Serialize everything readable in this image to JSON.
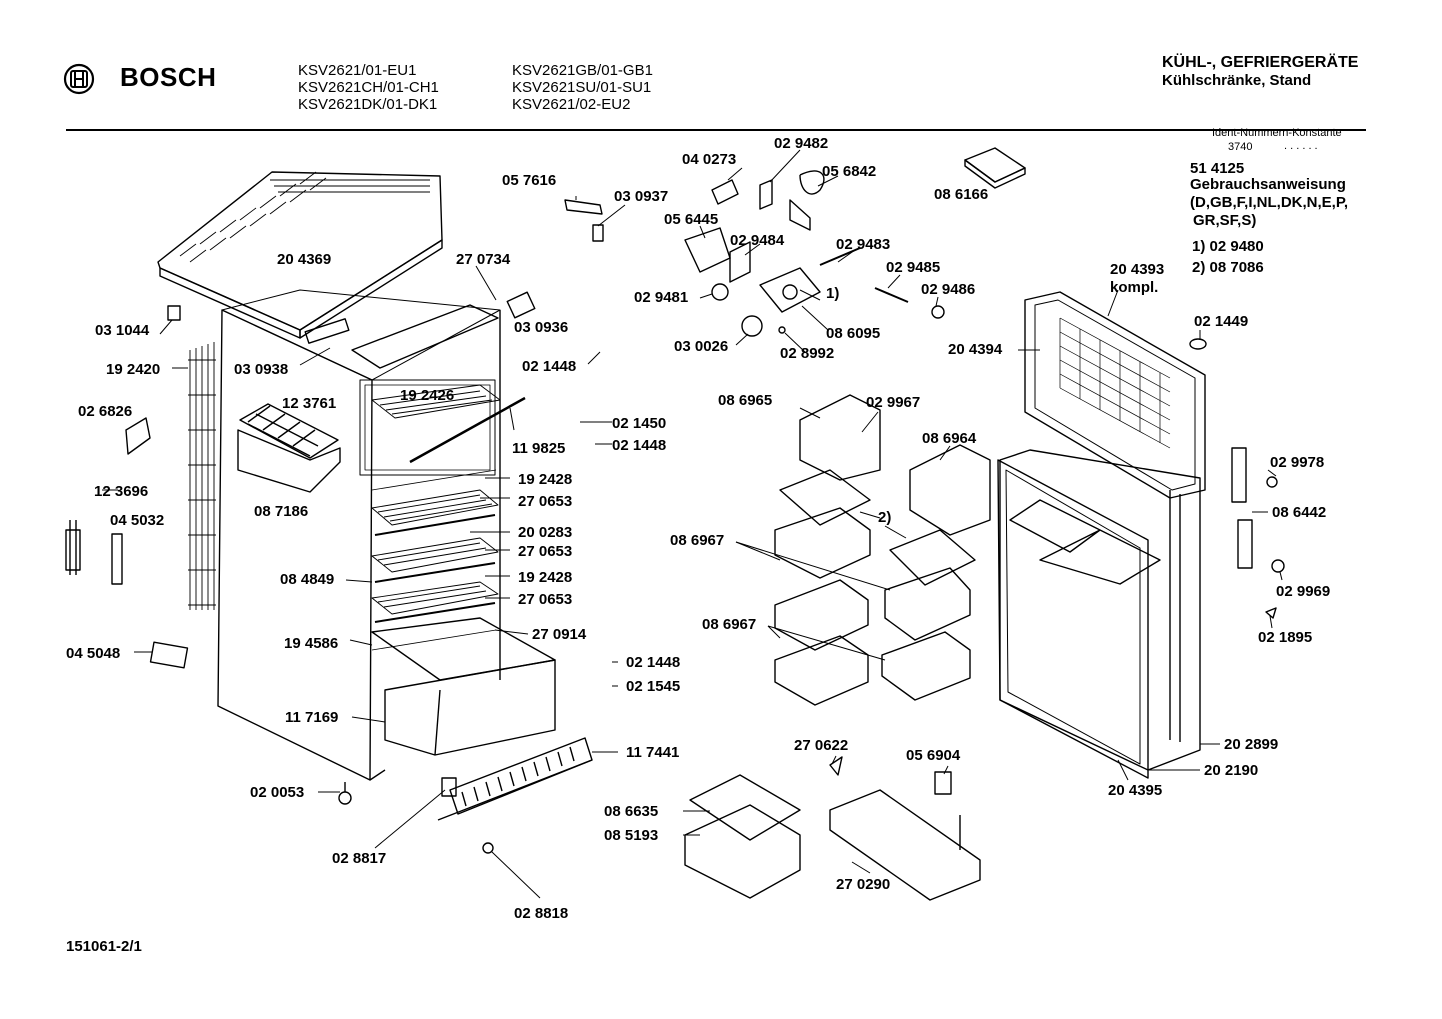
{
  "header": {
    "brand": "BOSCH",
    "models_col1": [
      "KSV2621/01-EU1",
      "KSV2621CH/01-CH1",
      "KSV2621DK/01-DK1"
    ],
    "models_col2": [
      "KSV2621GB/01-GB1",
      "KSV2621SU/01-SU1",
      "KSV2621/02-EU2"
    ],
    "category": [
      "KÜHL-, GEFRIERGERÄTE",
      "Kühlschränke, Stand"
    ]
  },
  "ident": {
    "title": "Ident-Nummern-Konstante",
    "value": "3740",
    "dots": ". .  . . . ."
  },
  "sidebar": {
    "manual_number": "51 4125",
    "manual_lines": [
      "Gebrauchsanweisung",
      "(D,GB,F,I,NL,DK,N,E,P,",
      "GR,SF,S)"
    ],
    "notes": [
      "1)  02 9480",
      "2)  08 7086"
    ]
  },
  "parts": [
    "20 4369",
    "27 0734",
    "03 1044",
    "19 2420",
    "03 0938",
    "03 0936",
    "02 6826",
    "12 3761",
    "12 3696",
    "04 5032",
    "08 7186",
    "19 2426",
    "11 9825",
    "02 1448",
    "02 1450",
    "02 1448",
    "19 2428",
    "27 0653",
    "20 0283",
    "27 0653",
    "19 2428",
    "27 0653",
    "08 4849",
    "19 4586",
    "27 0914",
    "04 5048",
    "02 1448",
    "02 1545",
    "11 7169",
    "11 7441",
    "02 0053",
    "02 8817",
    "02 8818",
    "08 6635",
    "08 5193",
    "27 0622",
    "05 6904",
    "27 0290",
    "05 7616",
    "03 0937",
    "04 0273",
    "02 9482",
    "05 6842",
    "05 6445",
    "02 9484",
    "02 9483",
    "02 9485",
    "02 9481",
    "02 9486",
    "03 0026",
    "08 6095",
    "02 8992",
    "08 6166",
    "08 6965",
    "02 9967",
    "08 6964",
    "2)",
    "08 6967",
    "08 6967",
    "1)",
    "20 4393",
    "kompl.",
    "20 4394",
    "02 1449",
    "02 9978",
    "08 6442",
    "02 9969",
    "02 1895",
    "20 2899",
    "20 2190",
    "20 4395"
  ],
  "footer": {
    "code": "151061-2/1"
  }
}
